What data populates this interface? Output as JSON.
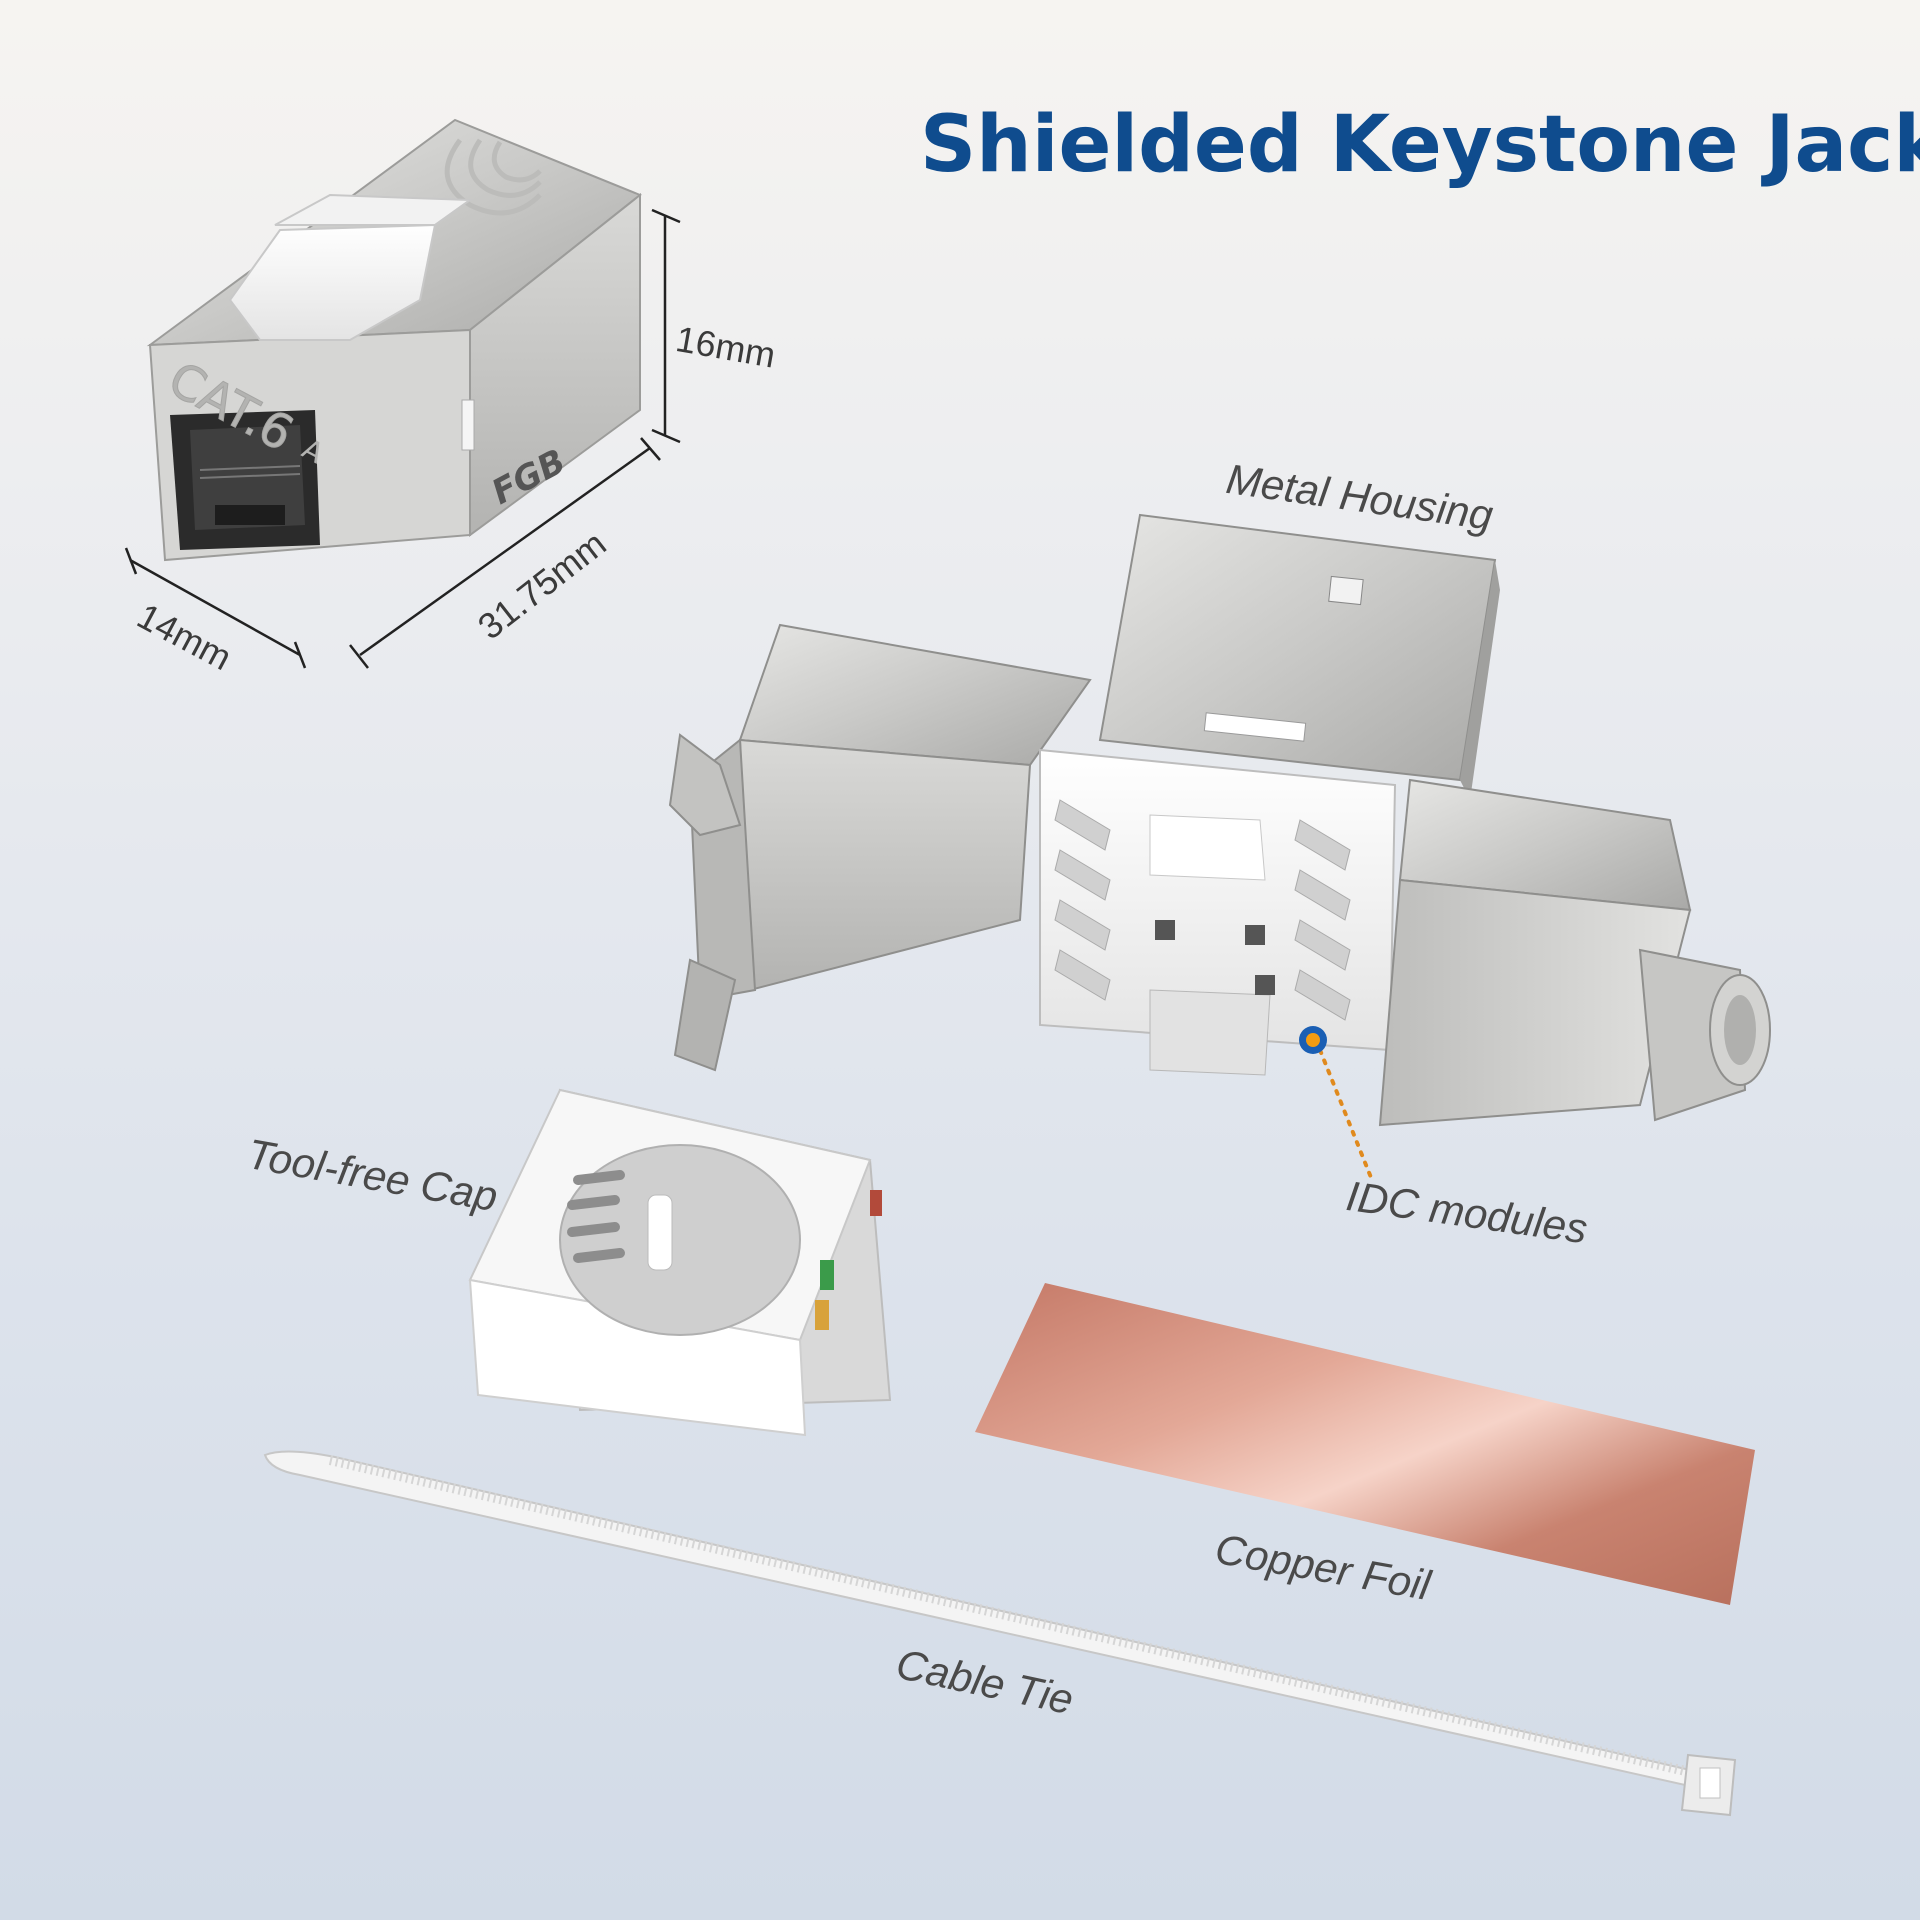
{
  "title": "Shielded Keystone Jack",
  "dimensions": {
    "height": "16mm",
    "length": "31.75mm",
    "width": "14mm"
  },
  "jack_markings": {
    "category": "CAT.6",
    "subscript": "A",
    "brand": "FGB"
  },
  "parts": {
    "metal_housing": "Metal Housing",
    "idc_modules": "IDC modules",
    "tool_free_cap": "Tool-free Cap",
    "copper_foil": "Copper Foil",
    "cable_tie": "Cable Tie"
  },
  "colors": {
    "title": "#0f4c8e",
    "callout_dot": "#1a5fb4",
    "callout_ring": "#f39c12",
    "copper": "#c98370"
  }
}
